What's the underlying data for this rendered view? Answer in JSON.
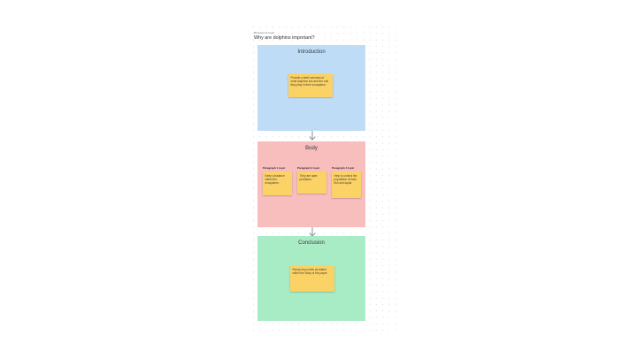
{
  "canvas": {
    "topic_label": "Brainstorm topic",
    "topic_title": "Why are dolphins important?"
  },
  "colors": {
    "introduction_bg": "#bedcf6",
    "body_bg": "#f8bdbd",
    "conclusion_bg": "#a7ecc4",
    "sticky_bg": "#fbd266",
    "arrow": "#8a8f98",
    "dot_grid": "#e2e2e2"
  },
  "icons": {
    "arrow_between_sections": "arrow-down"
  },
  "sections": {
    "introduction": {
      "title": "Introduction",
      "sticky": "Provide a brief overview of what dolphins are and the role they play in their ecosystem."
    },
    "body": {
      "title": "Body",
      "columns": [
        {
          "label": "Paragraph 1 topic",
          "sticky": "Keep a balance within the ecosystem."
        },
        {
          "label": "Paragraph 2 topic",
          "sticky": "They are apex predators."
        },
        {
          "label": "Paragraph 3 topic",
          "sticky": "Help to control the population of both fish and squid."
        }
      ]
    },
    "conclusion": {
      "title": "Conclusion",
      "sticky": "Recap key points as stated within the body of the paper."
    }
  }
}
